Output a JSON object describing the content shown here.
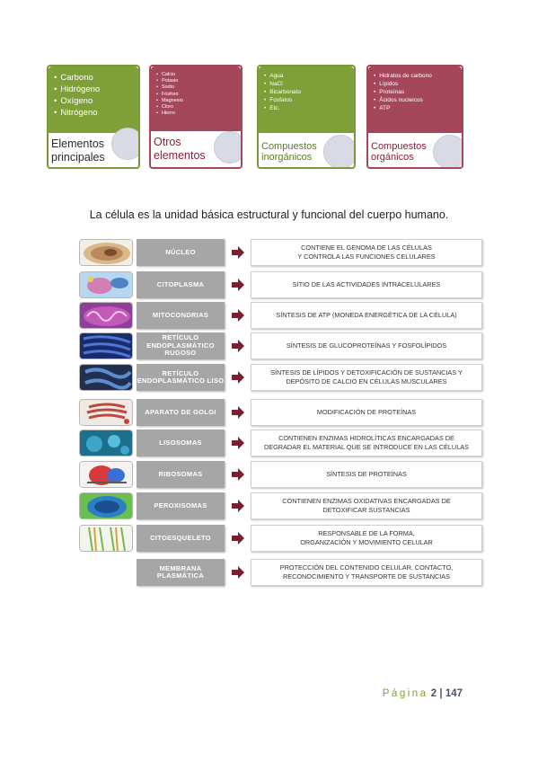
{
  "cards": [
    {
      "items": [
        "Carbono",
        "Hidrógeno",
        "Oxígeno",
        "Nitrógeno"
      ],
      "label": "Elementos\nprincipales"
    },
    {
      "items": [
        "Calcio",
        "Potasio",
        "Sodio",
        "Fósforo",
        "Magnesio",
        "Cloro",
        "Hierro"
      ],
      "label": "Otros\nelementos"
    },
    {
      "items": [
        "Agua",
        "NaCl",
        "Bicarbonato",
        "Fosfatos",
        "Etc."
      ],
      "label": "Compuestos\ninorgánicos"
    },
    {
      "items": [
        "Hidratos de carbono",
        "Lípidos",
        "Proteínas",
        "Ácidos nucleicos",
        "ATP"
      ],
      "label": "Compuestos\norgánicos"
    }
  ],
  "intro": "La célula es la unidad básica estructural y funcional del cuerpo humano.",
  "organelles": [
    {
      "name": "NÚCLEO",
      "desc": "CONTIENE EL GENOMA DE LAS CÉLULAS\nY CONTROLA LAS FUNCIONES CELULARES"
    },
    {
      "name": "CITOPLASMA",
      "desc": "SITIO DE LAS ACTIVIDADES INTRACELULARES"
    },
    {
      "name": "MITOCONDRIAS",
      "desc": "SÍNTESIS DE ATP (MONEDA ENERGÉTICA DE LA CÉLULA)"
    },
    {
      "name": "RETÍCULO\nENDOPLASMÁTICO\nRUGOSO",
      "desc": "SÍNTESIS DE GLUCOPROTEÍNAS Y FOSFOLÍPIDOS"
    },
    {
      "name": "RETÍCULO\nENDOPLASMÁTICO LISO",
      "desc": "SÍNTESIS DE LÍPIDOS Y DETOXIFICACIÓN DE SUSTANCIAS Y\nDEPÓSITO DE CALCIO EN CÉLULAS MUSCULARES"
    },
    {
      "name": "APARATO DE GOLGI",
      "desc": "MODIFICACIÓN DE PROTEÍNAS"
    },
    {
      "name": "LISOSOMAS",
      "desc": "CONTIENEN ENZIMAS HIDROLÍTICAS ENCARGADAS DE\nDEGRADAR EL MATERIAL QUE SE INTRODUCE EN LAS CÉLULAS"
    },
    {
      "name": "RIBOSOMAS",
      "desc": "SÍNTESIS DE PROTEÍNAS"
    },
    {
      "name": "PEROXISOMAS",
      "desc": "CONTIENEN ENZIMAS OXIDATIVAS ENCARGADAS DE\nDETOXIFICAR SUSTANCIAS"
    },
    {
      "name": "CITOESQUELETO",
      "desc": "RESPONSABLE DE LA FORMA,\nORGANIZACIÓN Y MOVIMIENTO CELULAR"
    },
    {
      "name": "MEMBRANA\nPLASMÁTICA",
      "desc": "PROTECCIÓN DEL CONTENIDO CELULAR, CONTACTO,\nRECONOCIMIENTO Y TRANSPORTE DE SUSTANCIAS"
    }
  ],
  "footer": {
    "page_word": "Página",
    "page": "2",
    "total": "147"
  },
  "colors": {
    "green": "#7ea038",
    "maroon": "#a5475b",
    "arrow": "#7a1f30",
    "gray": "#a6a6a6"
  }
}
